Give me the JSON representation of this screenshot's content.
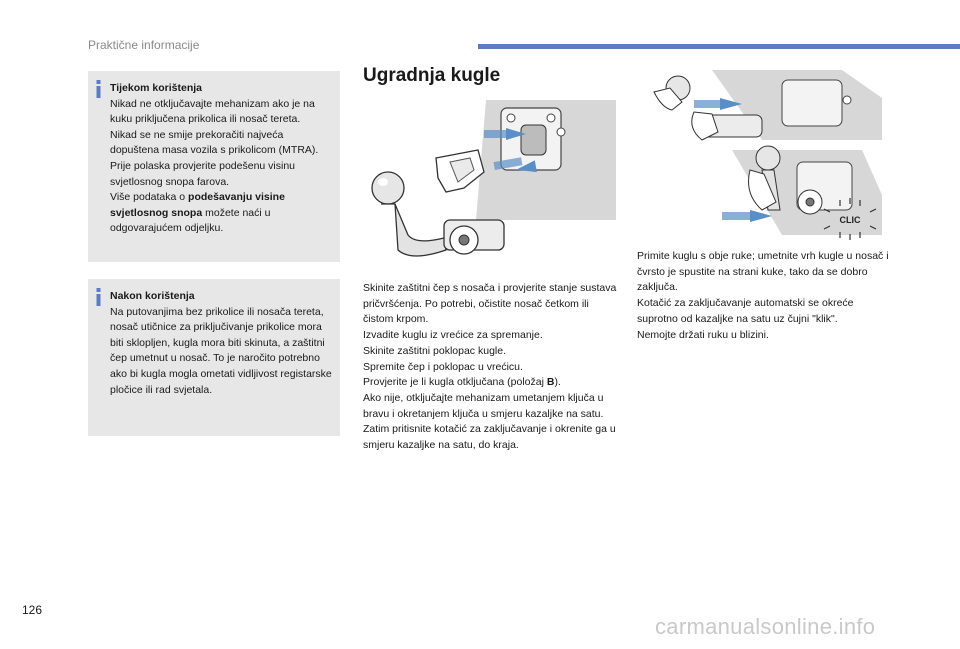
{
  "header": {
    "title": "Praktične informacije",
    "accent_color": "#5b7cc0"
  },
  "sidebar": {
    "box1": {
      "heading": "Tijekom korištenja",
      "paragraphs": [
        "Nikad ne otključavajte mehanizam ako je na kuku priključena prikolica ili nosač tereta.",
        "Nikad se ne smije prekoračiti najveća dopuštena masa vozila s prikolicom (MTRA).",
        "Prije polaska provjerite podešenu visinu svjetlosnog snopa farova."
      ],
      "last_prefix": "Više podataka o ",
      "last_bold": "podešavanju visine svjetlosnog snopa",
      "last_suffix": " možete naći u odgovarajućem odjeljku."
    },
    "box2": {
      "heading": "Nakon korištenja",
      "text": "Na putovanjima bez prikolice ili nosača tereta, nosač utičnice za priključivanje prikolice mora biti sklopljen, kugla mora biti skinuta, a zaštitni čep umetnut u nosač. To je naročito potrebno ako bi kugla mogla ometati vidljivost registarske pločice ili rad svjetala."
    },
    "info_color": "#5b7cc0"
  },
  "main": {
    "title": "Ugradnja kugle",
    "col2": {
      "lines": [
        "Skinite zaštitni čep s nosača i provjerite stanje sustava pričvršćenja. Po potrebi, očistite nosač četkom ili čistom krpom.",
        "Izvadite kuglu iz vrećice za spremanje.",
        "Skinite zaštitni poklopac kugle.",
        "Spremite čep i poklopac u vrećicu."
      ],
      "check_prefix": "Provjerite je li kugla otključana (položaj ",
      "check_bold": "B",
      "check_suffix": ").",
      "last": "Ako nije, otključajte mehanizam umetanjem ključa u bravu i okretanjem ključa u smjeru kazaljke na satu. Zatim pritisnite kotačić za zaključavanje i okrenite ga u smjeru kazaljke na satu, do kraja."
    },
    "col3": {
      "lines": [
        "Primite kuglu s obje ruke; umetnite vrh kugle u nosač i čvrsto je spustite na strani kuke, tako da se dobro zaključa.",
        "Kotačić za zaključavanje automatski se okreće suprotno od kazaljke na satu uz čujni \"klik\".",
        "Nemojte držati ruku u blizini."
      ]
    },
    "clic_label": "CLIC"
  },
  "footer": {
    "page_number": "126",
    "watermark": "carmanualsonline.info"
  }
}
